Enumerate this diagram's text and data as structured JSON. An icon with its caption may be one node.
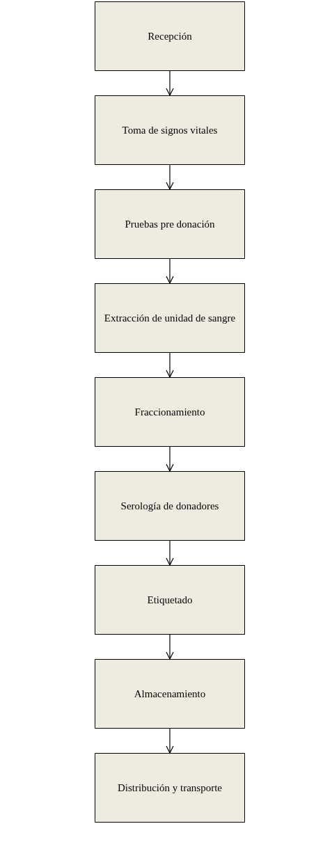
{
  "diagram": {
    "nodes": [
      {
        "text": [
          "Recepción"
        ]
      },
      {
        "text": [
          "Toma de signos vitales"
        ]
      },
      {
        "text": [
          "Pruebas pre donación"
        ]
      },
      {
        "text": [
          "Extracción de unidad de sangre"
        ]
      },
      {
        "text": [
          "Fraccionamiento"
        ]
      },
      {
        "text": [
          "Serología de donadores"
        ]
      },
      {
        "text": [
          "Etiquetado"
        ]
      },
      {
        "text": [
          "Almacenamiento"
        ]
      },
      {
        "text": [
          "Distribución y transporte"
        ]
      }
    ],
    "edges": [
      {
        "from": 0,
        "to": 1,
        "arrow": "to"
      },
      {
        "from": 1,
        "to": 2,
        "arrow": "to"
      },
      {
        "from": 2,
        "to": 3,
        "arrow": "to"
      },
      {
        "from": 3,
        "to": 4,
        "arrow": "to"
      },
      {
        "from": 4,
        "to": 5,
        "arrow": "to"
      },
      {
        "from": 5,
        "to": 6,
        "arrow": "to"
      },
      {
        "from": 6,
        "to": 7,
        "arrow": "to"
      },
      {
        "from": 7,
        "to": 8,
        "arrow": "to"
      }
    ]
  }
}
